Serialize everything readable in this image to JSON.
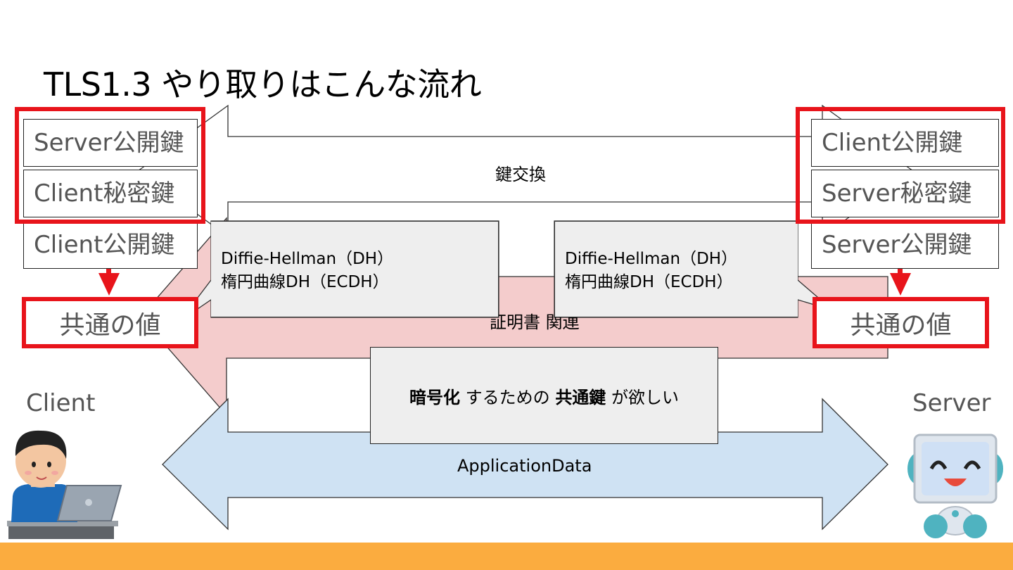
{
  "title": "TLS1.3 やり取りはこんな流れ",
  "left_keys": [
    "Server公開鍵",
    "Client秘密鍵",
    "Client公開鍵"
  ],
  "right_keys": [
    "Client公開鍵",
    "Server秘密鍵",
    "Server公開鍵"
  ],
  "shared_value": "共通の値",
  "arrows": {
    "key_exchange": "鍵交換",
    "certificate": "証明書 関連",
    "application_data": "ApplicationData"
  },
  "callout": {
    "line1": "Diffie-Hellman（DH）",
    "line2": "楕円曲線DH（ECDH）"
  },
  "center_box": {
    "bold1": "暗号化",
    "text1": " するための ",
    "bold2": "共通鍵",
    "text2": " が欲しい"
  },
  "client_label": "Client",
  "server_label": "Server",
  "colors": {
    "highlight_red": "#e8141b",
    "certificate_arrow": "#f4cccc",
    "application_arrow": "#cfe2f3",
    "callout_fill": "#eeeeee",
    "footer": "#fbac3f"
  },
  "icons": [
    "client-person-laptop-icon",
    "server-robot-icon"
  ]
}
